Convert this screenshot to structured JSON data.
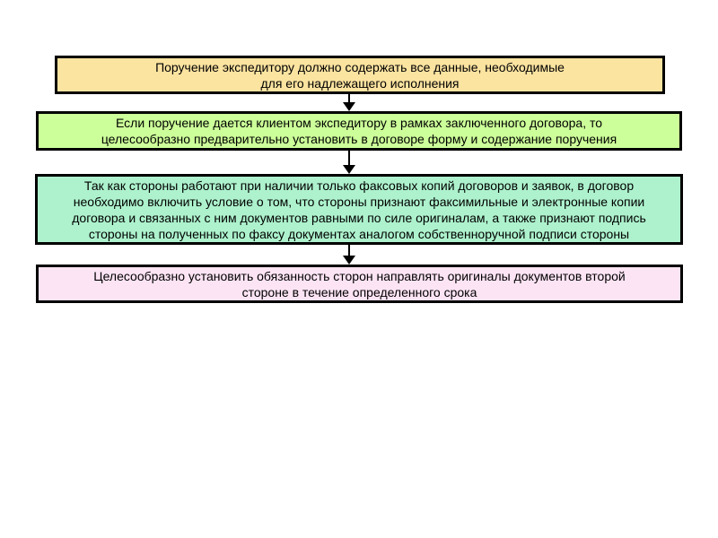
{
  "diagram": {
    "background": "#FFFFFF",
    "border_color": "#000000",
    "text_color": "#000000",
    "arrow_color": "#000000",
    "boxes": [
      {
        "name": "box-instruction-data",
        "fill": "#FBE3A0",
        "lines": [
          "Поручение экспедитору должно  содержать все данные, необходимые",
          "для его надлежащего исполнения"
        ]
      },
      {
        "name": "box-contract-form",
        "fill": "#CCFF99",
        "lines": [
          "Если поручение дается клиентом экспедитору в рамках заключенного договора, то",
          "целесообразно  предварительно установить в договоре форму и содержание поручения"
        ]
      },
      {
        "name": "box-fax-copies",
        "fill": "#ADF2CD",
        "lines": [
          "Так как стороны работают при наличии  только факсовых копий договоров и заявок, в договор",
          "необходимо включить условие  о том, что стороны признают  факсимильные и электронные копии",
          "договора и связанных с ним документов равными по силе  оригиналам,  а также признают подпись",
          "стороны на  полученных  по факсу документах аналогом собственноручной подписи стороны"
        ]
      },
      {
        "name": "box-send-originals",
        "fill": "#FCE4F4",
        "lines": [
          "Целесообразно установить обязанность сторон направлять оригиналы документов второй",
          "стороне в течение  определенного срока"
        ]
      }
    ]
  }
}
